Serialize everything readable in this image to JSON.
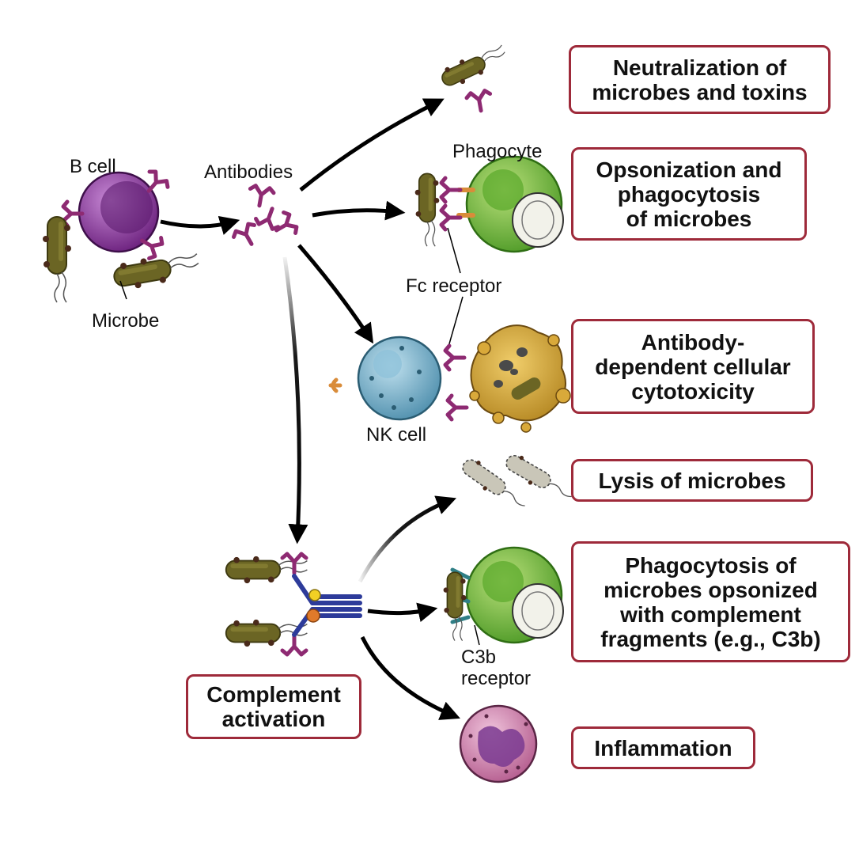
{
  "labels": {
    "b_cell": "B cell",
    "microbe": "Microbe",
    "antibodies": "Antibodies",
    "phagocyte": "Phagocyte",
    "fc_receptor": "Fc receptor",
    "nk_cell": "NK cell",
    "c3b_receptor": "C3b\nreceptor"
  },
  "outcomes": {
    "neutralization": "Neutralization of\nmicrobes and toxins",
    "opsonization": "Opsonization and\nphagocytosis\nof microbes",
    "adcc": "Antibody-\ndependent cellular\ncytotoxicity",
    "lysis": "Lysis of microbes",
    "complement_phagocytosis": "Phagocytosis of\nmicrobes opsonized\nwith complement\nfragments (e.g., C3b)",
    "inflammation": "Inflammation",
    "complement_activation": "Complement\nactivation"
  },
  "colors": {
    "box_border": "#9e2a3a",
    "antibody": "#8e2a72",
    "b_cell": "#7a2e8c",
    "phagocyte": "#6fb23a",
    "nk_cell": "#5b9bb8",
    "microbe": "#6b6524",
    "c3b_receptor": "#2f7f86",
    "complement": "#2d3b9a",
    "target_cell": "#c89a2c",
    "inflammatory_cell": "#b0558a"
  }
}
